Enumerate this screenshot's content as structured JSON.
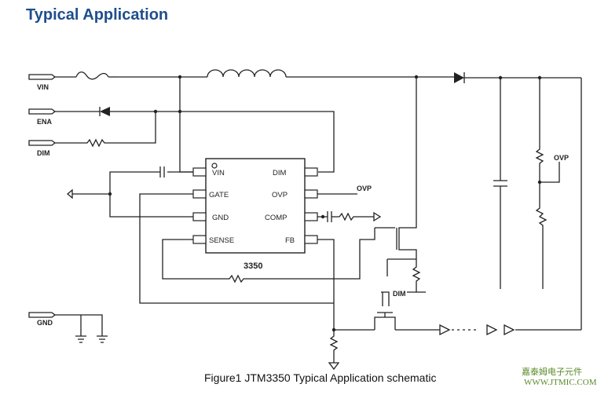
{
  "heading": "Typical Application",
  "caption": "Figure1 JTM3350 Typical Application schematic",
  "inputs": {
    "vin": "VIN",
    "ena": "ENA",
    "dim": "DIM",
    "gnd": "GND"
  },
  "chip": {
    "name": "3350",
    "left_pins": [
      "VIN",
      "GATE",
      "GND",
      "SENSE"
    ],
    "right_pins": [
      "DIM",
      "OVP",
      "COMP",
      "FB"
    ]
  },
  "net_labels": {
    "ovp_right": "OVP",
    "ovp_mid": "OVP",
    "dim_mid": "DIM"
  },
  "watermark": {
    "line1": "嘉泰姆电子元件",
    "line2": "WWW.JTMIC.COM"
  },
  "colors": {
    "heading": "#1f4e8c",
    "watermark": "#5a8a2a"
  }
}
